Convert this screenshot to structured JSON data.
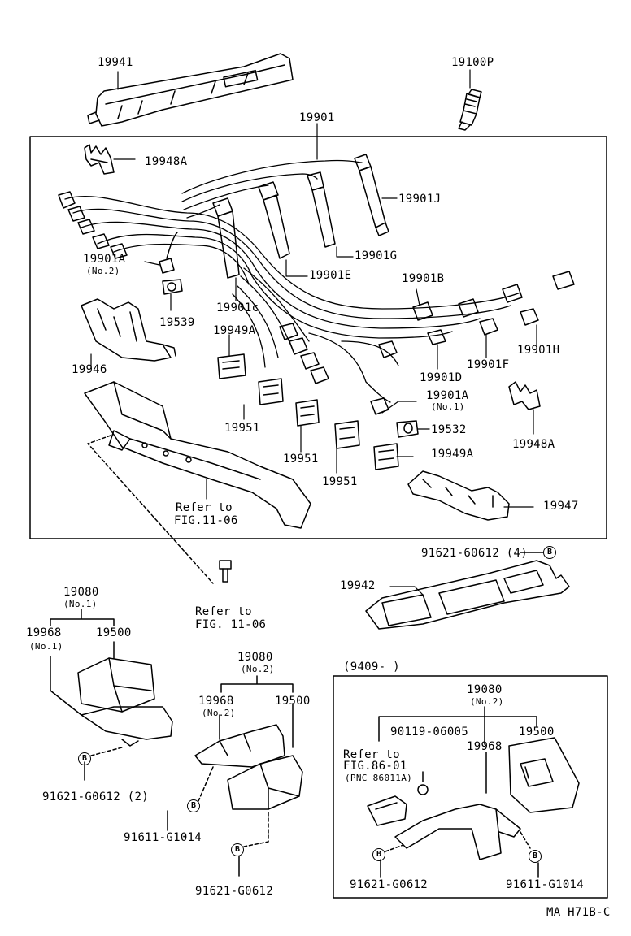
{
  "parts": {
    "p19941": "19941",
    "p19100P": "19100P",
    "p19901": "19901",
    "p19948A_top": "19948A",
    "p19901J": "19901J",
    "p19901G": "19901G",
    "p19901A_no2": "19901A",
    "no2_a": "(No.2)",
    "p19901E": "19901E",
    "p19901B": "19901B",
    "p19539": "19539",
    "p19901C": "19901c",
    "p19949A_top": "19949A",
    "p19946": "19946",
    "p19901D": "19901D",
    "p19901F": "19901F",
    "p19901H": "19901H",
    "p19901A_no1": "19901A",
    "no1_a": "(No.1)",
    "p19951_a": "19951",
    "p19532": "19532",
    "p19948A_right": "19948A",
    "p19951_b": "19951",
    "p19949A_bottom": "19949A",
    "p19951_c": "19951",
    "refer_to_a": "Refer to",
    "fig_1106_a": "FIG.11-06",
    "p19947": "19947",
    "bolt_91621_60612": "91621-60612 (4)",
    "p19942": "19942",
    "p19080_no1": "19080",
    "no1_b": "(No.1)",
    "refer_to_b": "Refer to",
    "fig_1106_b": "FIG. 11-06",
    "p19968_no1": "19968",
    "no1_c": "(No.1)",
    "p19500_a": "19500",
    "p19080_no2": "19080",
    "no2_b": "(No.2)",
    "p19968_no2": "19968",
    "no2_c": "(No.2)",
    "p19500_b": "19500",
    "bolt_91621_G0612_2": "91621-G0612 (2)",
    "bolt_91611_G1014_a": "91611-G1014",
    "bolt_91621_G0612_a": "91621-G0612",
    "date_range": "(9409-        )",
    "p19080_no2_b": "19080",
    "no2_d": "(No.2)",
    "p90119_06005": "90119-06005",
    "p19500_c": "19500",
    "refer_to_c": "Refer to",
    "fig_8601": "FIG.86-01",
    "pnc": "(PNC 86011A)",
    "p19968_c": "19968",
    "bolt_91621_G0612_b": "91621-G0612",
    "bolt_91611_G1014_b": "91611-G1014",
    "drawing_code": "MA H71B-C",
    "b_marker": "B"
  }
}
